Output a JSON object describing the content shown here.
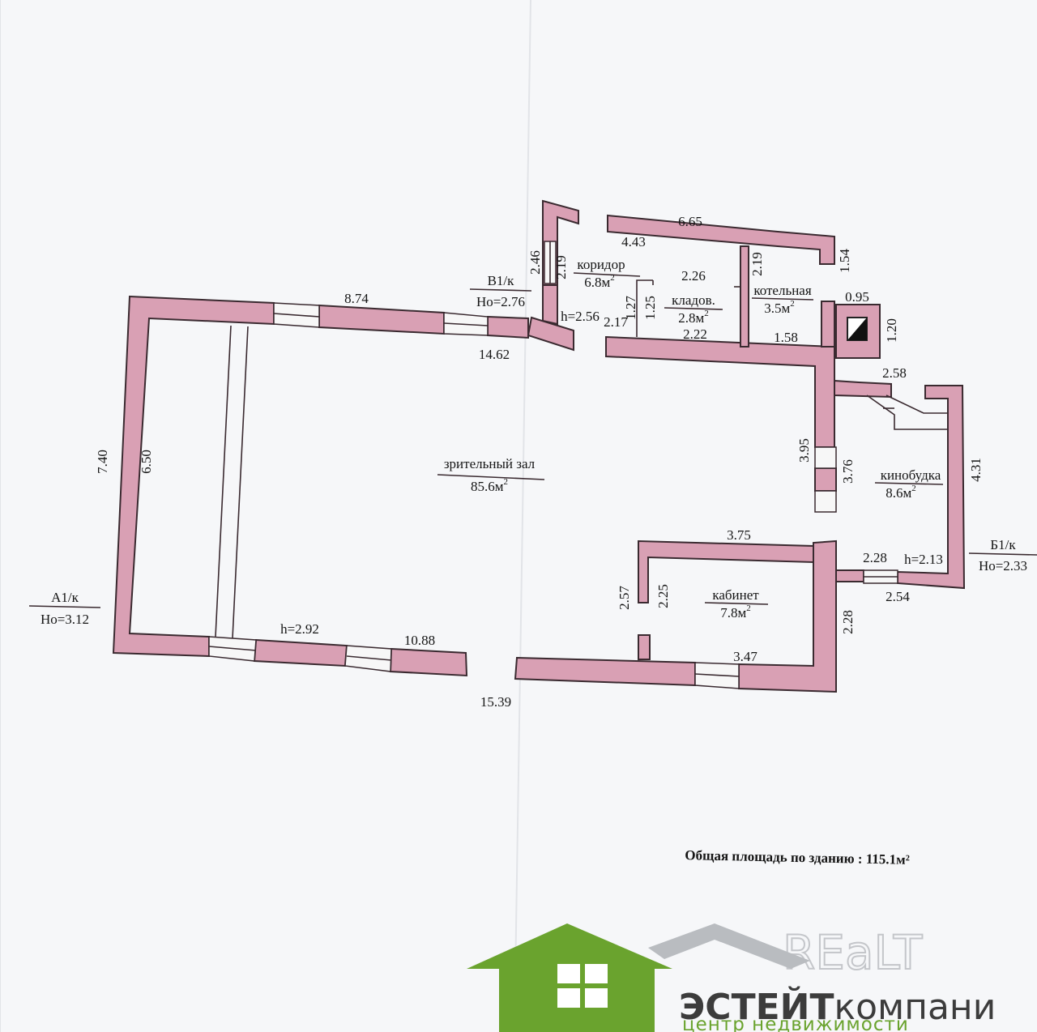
{
  "rooms": {
    "hall": {
      "name": "зрительный зал",
      "area": "85.6м",
      "exp": "2"
    },
    "corridor": {
      "name": "коридор",
      "area": "6.8м",
      "exp": "2"
    },
    "storage": {
      "name": "кладов.",
      "area": "2.8м",
      "exp": "2"
    },
    "boiler": {
      "name": "котельная",
      "area": "3.5м",
      "exp": "2"
    },
    "booth": {
      "name": "кинобудка",
      "area": "8.6м",
      "exp": "2"
    },
    "office": {
      "name": "кабинет",
      "area": "7.8м",
      "exp": "2"
    }
  },
  "markers": {
    "a": {
      "label": "А1/к",
      "ho": "Но=3.12"
    },
    "b": {
      "label": "Б1/к",
      "ho": "Но=2.33"
    },
    "v": {
      "label": "В1/к",
      "ho": "Но=2.76"
    }
  },
  "dimensions": {
    "d874": "8.74",
    "d1462": "14.62",
    "d740": "7.40",
    "d650": "6.50",
    "h292": "h=2.92",
    "d1088": "10.88",
    "d1539": "15.39",
    "d246": "2.46",
    "d219a": "2.19",
    "h256": "h=2.56",
    "d443": "4.43",
    "d665": "6.65",
    "d226": "2.26",
    "d127": "1.27",
    "d125": "1.25",
    "d217": "2.17",
    "d222": "2.22",
    "d219b": "2.19",
    "d154": "1.54",
    "d095": "0.95",
    "d120": "1.20",
    "d158": "1.58",
    "d258": "2.58",
    "d395": "3.95",
    "d376": "3.76",
    "d431": "4.31",
    "d375": "3.75",
    "d228a": "2.28",
    "h213": "h=2.13",
    "d254": "2.54",
    "d257": "2.57",
    "d225": "2.25",
    "d228b": "2.28",
    "d347": "3.47"
  },
  "summary": "Общая площадь по зданию : 115.1м²",
  "logo": {
    "name_bold": "ЭСТЕЙТ",
    "name_rest": "компани",
    "subtitle": "центр недвижимости",
    "watermark": "REaLT",
    "brand_color": "#6aa32e",
    "roof_color": "#6aa32e"
  }
}
